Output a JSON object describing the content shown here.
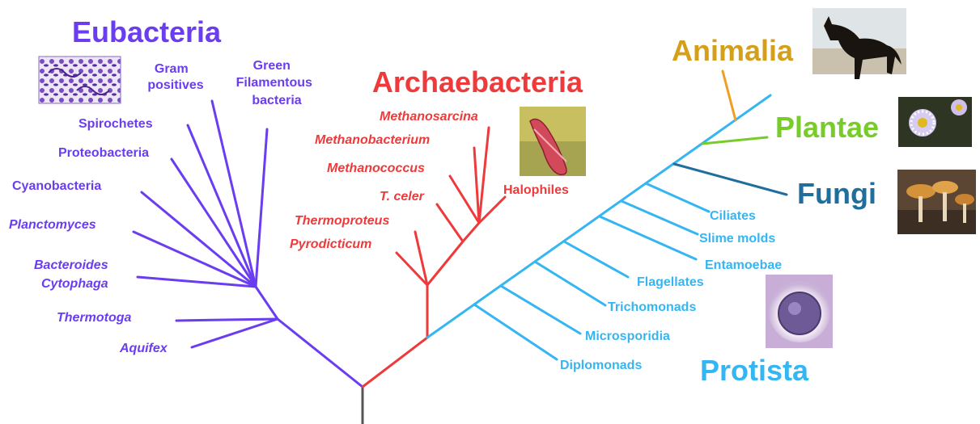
{
  "colors": {
    "eubacteria": "#6a3df0",
    "archaebacteria": "#ee3a3a",
    "protista": "#35b6f2",
    "animalia": "#d4a01a",
    "plantae": "#78cc2a",
    "fungi": "#1f6e9e",
    "root": "#555555"
  },
  "groups": {
    "eubacteria": "Eubacteria",
    "archaebacteria": "Archaebacteria",
    "animalia": "Animalia",
    "plantae": "Plantae",
    "fungi": "Fungi",
    "protista": "Protista"
  },
  "eubacteria_labels": {
    "gram_positives": [
      "Gram",
      "positives"
    ],
    "green_filamentous": [
      "Green",
      "Filamentous",
      "bacteria"
    ],
    "spirochetes": "Spirochetes",
    "proteobacteria": "Proteobacteria",
    "cyanobacteria": "Cyanobacteria",
    "planctomyces": "Planctomyces",
    "bacteroides_cytophaga": [
      "Bacteroides",
      "Cytophaga"
    ],
    "thermotoga": "Thermotoga",
    "aquifex": "Aquifex"
  },
  "archaebacteria_labels": {
    "methanosarcina": "Methanosarcina",
    "methanobacterium": "Methanobacterium",
    "methanococcus": "Methanococcus",
    "t_celer": "T. celer",
    "thermoproteus": "Thermoproteus",
    "pyrodicticum": "Pyrodicticum",
    "halophiles": "Halophiles"
  },
  "protista_labels": {
    "ciliates": "Ciliates",
    "slime_molds": "Slime molds",
    "entamoebae": "Entamoebae",
    "flagellates": "Flagellates",
    "trichomonads": "Trichomonads",
    "microsporidia": "Microsporidia",
    "diplomonads": "Diplomonads"
  },
  "images": {
    "bacteria": "bacteria-micrograph",
    "archaea": "archaea-micrograph",
    "dog": "dog-photo",
    "flower": "aster-flower-photo",
    "mushroom": "mushroom-photo",
    "protist": "protist-cell-micrograph"
  }
}
